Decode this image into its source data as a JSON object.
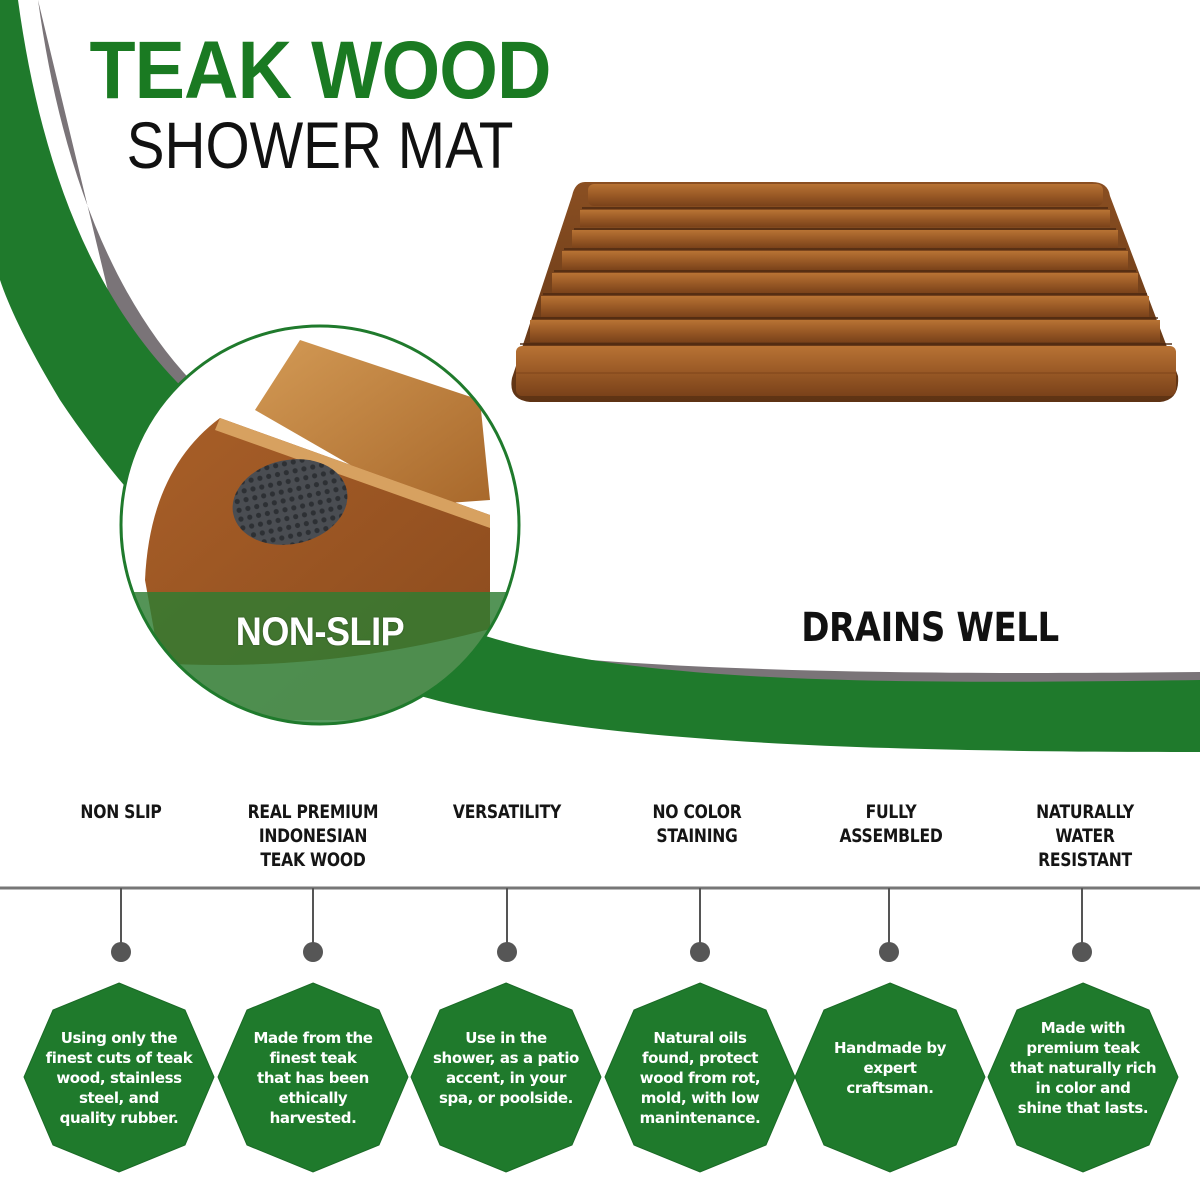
{
  "title": {
    "main": "TEAK WOOD",
    "sub": "SHOWER MAT"
  },
  "callouts": {
    "non_slip": "NON-SLIP",
    "drains_well": "DRAINS WELL"
  },
  "colors": {
    "brand_green": "#1f7a2c",
    "title_green": "#1a7a22",
    "swoosh_shadow": "#7a7478",
    "teak": "#9a5a26",
    "timeline_gray": "#777777",
    "dot_gray": "#555555"
  },
  "features": [
    {
      "heading": "NON SLIP",
      "heading_lines": [
        "NON SLIP"
      ],
      "description": "Using only the finest cuts of teak wood, stainless steel, and quality rubber.",
      "description_lines": [
        "Using only the",
        "finest cuts of teak",
        "wood, stainless",
        "steel, and",
        "quality rubber."
      ]
    },
    {
      "heading": "REAL PREMIUM INDONESIAN TEAK WOOD",
      "heading_lines": [
        "REAL PREMIUM",
        "INDONESIAN",
        "TEAK WOOD"
      ],
      "description": "Made from the finest teak that has been ethically harvested.",
      "description_lines": [
        "Made from the",
        "finest teak",
        "that has been",
        "ethically",
        "harvested."
      ]
    },
    {
      "heading": "VERSATILITY",
      "heading_lines": [
        "VERSATILITY"
      ],
      "description": "Use in the shower, as a patio accent, in your spa, or poolside.",
      "description_lines": [
        "Use in the",
        "shower, as a patio",
        "accent, in your",
        "spa, or poolside."
      ]
    },
    {
      "heading": "NO COLOR STAINING",
      "heading_lines": [
        "NO COLOR",
        "STAINING"
      ],
      "description": "Natural oils found, protect wood from rot, mold, with low manintenance.",
      "description_lines": [
        "Natural oils",
        "found, protect",
        "wood from rot,",
        "mold, with low",
        "manintenance."
      ]
    },
    {
      "heading": "FULLY ASSEMBLED",
      "heading_lines": [
        "FULLY",
        "ASSEMBLED"
      ],
      "description": "Handmade by expert craftsman.",
      "description_lines": [
        "Handmade by",
        "expert",
        "craftsman."
      ]
    },
    {
      "heading": "NATURALLY WATER RESISTANT",
      "heading_lines": [
        "NATURALLY",
        "WATER",
        "RESISTANT"
      ],
      "description": "Made with premium teak that naturally rich in color and shine that lasts.",
      "description_lines": [
        "Made with",
        "premium teak",
        "that naturally rich",
        "in color and",
        "shine that lasts."
      ]
    }
  ]
}
